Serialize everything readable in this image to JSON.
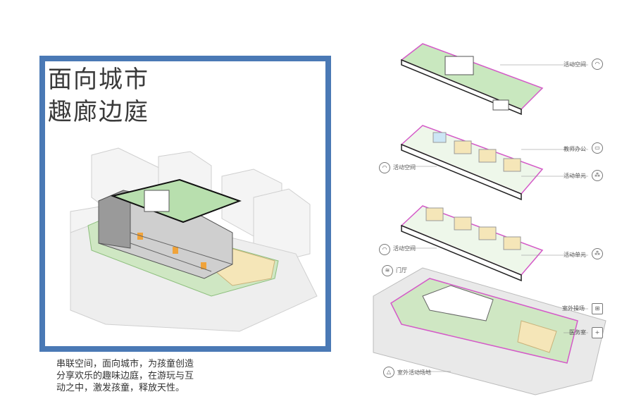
{
  "title": {
    "line1": "面向城市",
    "line2": "趣廊边庭"
  },
  "description": {
    "line1": "串联空间，面向城市，为孩童创造",
    "line2": "分享欢乐的趣味边庭，在游玩与互",
    "line3": "动之中，激发孩童，释放天性。"
  },
  "labels": {
    "roof_activity": "活动空间",
    "teacher_office": "教师办公",
    "activity_space_l2": "活动空间",
    "activity_unit_l2": "活动单元",
    "activity_space_l1": "活动空间",
    "activity_unit_l1": "活动单元",
    "entry": "门厅",
    "outdoor_field": "室外操场",
    "clinic": "医务室",
    "outdoor_play": "室外活动场地"
  },
  "colors": {
    "frame_blue": "#4a79b5",
    "outline_magenta": "#d45ac8",
    "green_roof": "#b8dfae",
    "orange_accent": "#f0a33a",
    "yellow_floor": "#f5e6b8"
  }
}
